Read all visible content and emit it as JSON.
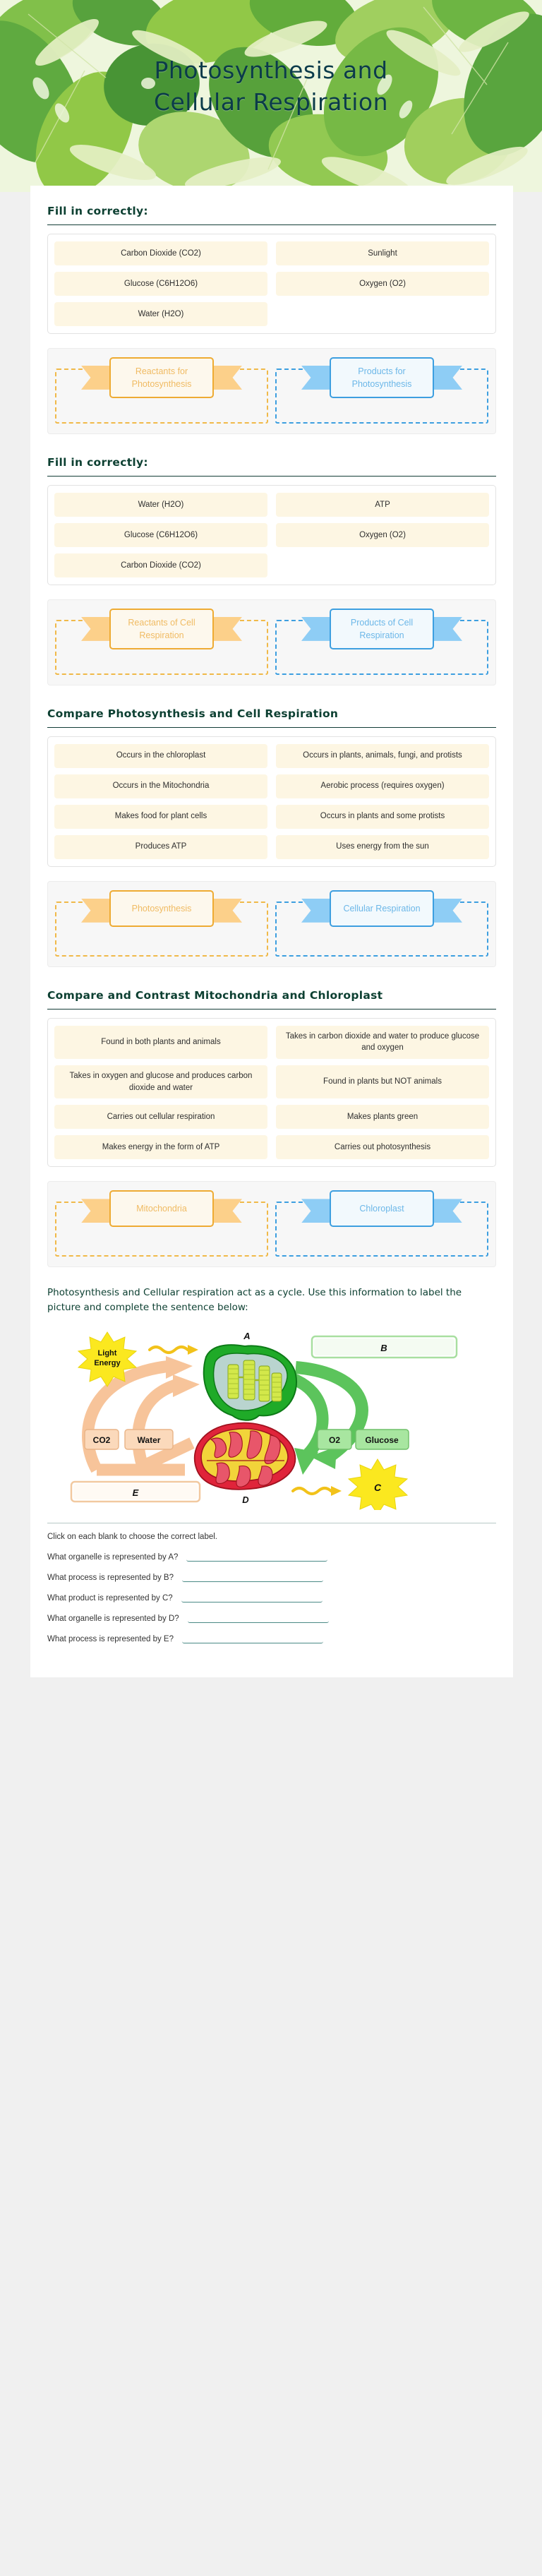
{
  "header": {
    "title_line1": "Photosynthesis and",
    "title_line2": "Cellular Respiration",
    "title_color": "#0b3b4a"
  },
  "colors": {
    "page_bg": "#f0f0f0",
    "card_bg": "#ffffff",
    "heading": "#0d4032",
    "chip_bg": "#fdf6e3",
    "orange": "#eeab33",
    "orange_wing": "#fcd08a",
    "blue": "#3d9fe0",
    "blue_wing": "#8ecdf5"
  },
  "sections": [
    {
      "title": "Fill in correctly:",
      "bank": [
        "Carbon Dioxide (CO2)",
        "Sunlight",
        "Glucose (C6H12O6)",
        "Oxygen (O2)",
        "Water (H2O)"
      ],
      "ribbons": [
        {
          "label": "Reactants for Photosynthesis",
          "color": "orange"
        },
        {
          "label": "Products for Photosynthesis",
          "color": "blue"
        }
      ]
    },
    {
      "title": "Fill in correctly:",
      "bank": [
        "Water (H2O)",
        "ATP",
        "Glucose (C6H12O6)",
        "Oxygen (O2)",
        "Carbon Dioxide (CO2)"
      ],
      "ribbons": [
        {
          "label": "Reactants of Cell Respiration",
          "color": "orange"
        },
        {
          "label": "Products of Cell Respiration",
          "color": "blue"
        }
      ]
    },
    {
      "title": "Compare Photosynthesis and Cell Respiration",
      "bank": [
        "Occurs in the chloroplast",
        "Occurs in plants, animals, fungi, and protists",
        "Occurs in the Mitochondria",
        "Aerobic process (requires oxygen)",
        "Makes food for plant cells",
        "Occurs in plants and some protists",
        "Produces ATP",
        "Uses energy from the sun"
      ],
      "ribbons": [
        {
          "label": "Photosynthesis",
          "color": "orange"
        },
        {
          "label": "Cellular Respiration",
          "color": "blue"
        }
      ]
    },
    {
      "title": "Compare and Contrast Mitochondria and Chloroplast",
      "bank": [
        "Found in both plants and animals",
        "Takes in carbon dioxide and water to produce glucose and oxygen",
        "Takes in oxygen and glucose and produces carbon dioxide and water",
        "Found in plants but NOT animals",
        "Carries out cellular respiration",
        "Makes plants green",
        "Makes energy in the form of ATP",
        "Carries out photosynthesis"
      ],
      "ribbons": [
        {
          "label": "Mitochondria",
          "color": "orange"
        },
        {
          "label": "Chloroplast",
          "color": "blue"
        }
      ]
    }
  ],
  "final": {
    "prompt": "Photosynthesis and Cellular respiration act as a cycle.  Use this information to label the picture and complete the sentence below:",
    "diagram": {
      "sun_left_label": "Light Energy",
      "chloroplast_letter": "A",
      "blank_b": "B",
      "o2_label": "O2",
      "glucose_label": "Glucose",
      "co2_label": "CO2",
      "water_label": "Water",
      "mitochondria_letter": "D",
      "sun_right_label": "C",
      "blank_e": "E"
    },
    "hint": "Click on each blank to choose the correct label.",
    "questions": [
      "What organelle is represented by A?",
      "What process is represented by B?",
      "What product is represented by C?",
      "What organelle is represented by D?",
      "What process is represented by E?"
    ]
  }
}
